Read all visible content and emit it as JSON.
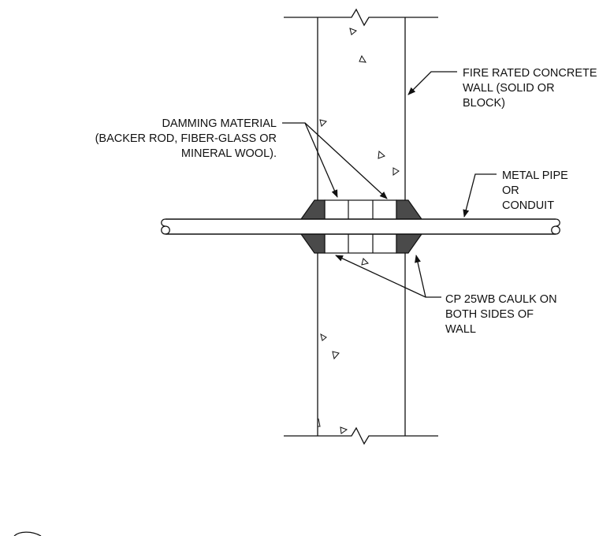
{
  "labels": {
    "wall": [
      "FIRE RATED CONCRETE",
      "WALL (SOLID OR",
      "BLOCK)"
    ],
    "damming": [
      "DAMMING MATERIAL",
      "(BACKER ROD, FIBER-GLASS OR",
      "MINERAL WOOL)."
    ],
    "pipe": [
      "METAL PIPE",
      "OR",
      "CONDUIT"
    ],
    "caulk": [
      "CP 25WB CAULK ON",
      "BOTH SIDES OF",
      "WALL"
    ]
  },
  "colors": {
    "line": "#111111",
    "caulk_fill": "#4a4a4a",
    "background": "#ffffff"
  }
}
